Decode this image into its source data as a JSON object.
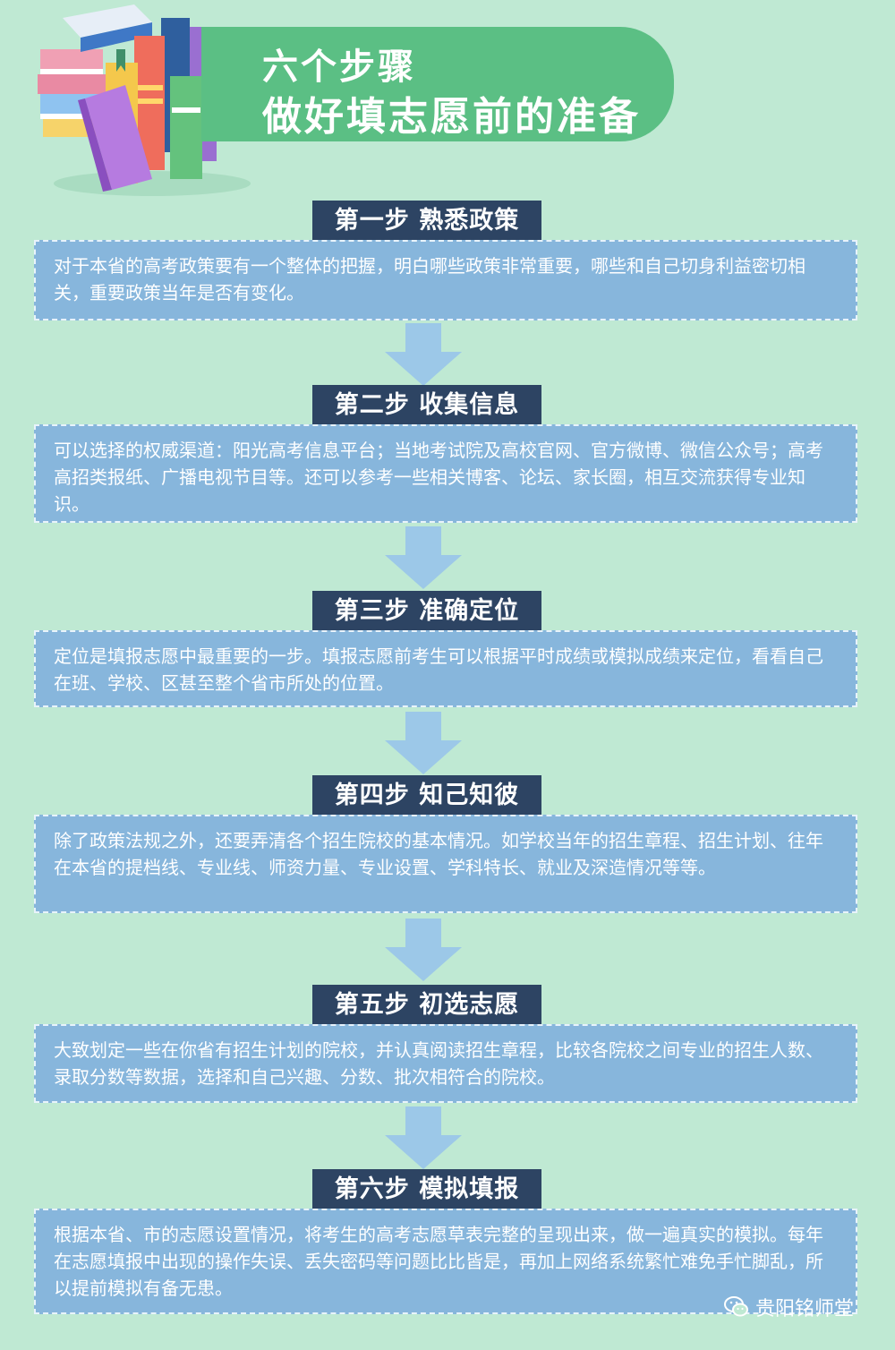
{
  "header": {
    "line1": "六个步骤",
    "line2": "做好填志愿前的准备"
  },
  "steps": [
    {
      "title": "第一步  熟悉政策",
      "text": "对于本省的高考政策要有一个整体的把握，明白哪些政策非常重要，哪些和自己切身利益密切相关，重要政策当年是否有变化。"
    },
    {
      "title": "第二步  收集信息",
      "text": "可以选择的权威渠道：阳光高考信息平台；当地考试院及高校官网、官方微博、微信公众号；高考高招类报纸、广播电视节目等。还可以参考一些相关博客、论坛、家长圈，相互交流获得专业知识。"
    },
    {
      "title": "第三步  准确定位",
      "text": "定位是填报志愿中最重要的一步。填报志愿前考生可以根据平时成绩或模拟成绩来定位，看看自己在班、学校、区甚至整个省市所处的位置。"
    },
    {
      "title": "第四步  知己知彼",
      "text": "除了政策法规之外，还要弄清各个招生院校的基本情况。如学校当年的招生章程、招生计划、往年在本省的提档线、专业线、师资力量、专业设置、学科特长、就业及深造情况等等。"
    },
    {
      "title": "第五步  初选志愿",
      "text": "大致划定一些在你省有招生计划的院校，并认真阅读招生章程，比较各院校之间专业的招生人数、录取分数等数据，选择和自己兴趣、分数、批次相符合的院校。"
    },
    {
      "title": "第六步  模拟填报",
      "text": "根据本省、市的志愿设置情况，将考生的高考志愿草表完整的呈现出来，做一遍真实的模拟。每年在志愿填报中出现的操作失误、丢失密码等问题比比皆是，再加上网络系统繁忙难免手忙脚乱，所以提前模拟有备无患。"
    }
  ],
  "watermark": {
    "text": "贵阳铭师堂",
    "icon": "wechat-icon"
  },
  "colors": {
    "background": "#bfe9d3",
    "header": "#5bbf84",
    "title_tag": "#2d4463",
    "box": "#87b6dc",
    "arrow": "#9cc8e8"
  }
}
